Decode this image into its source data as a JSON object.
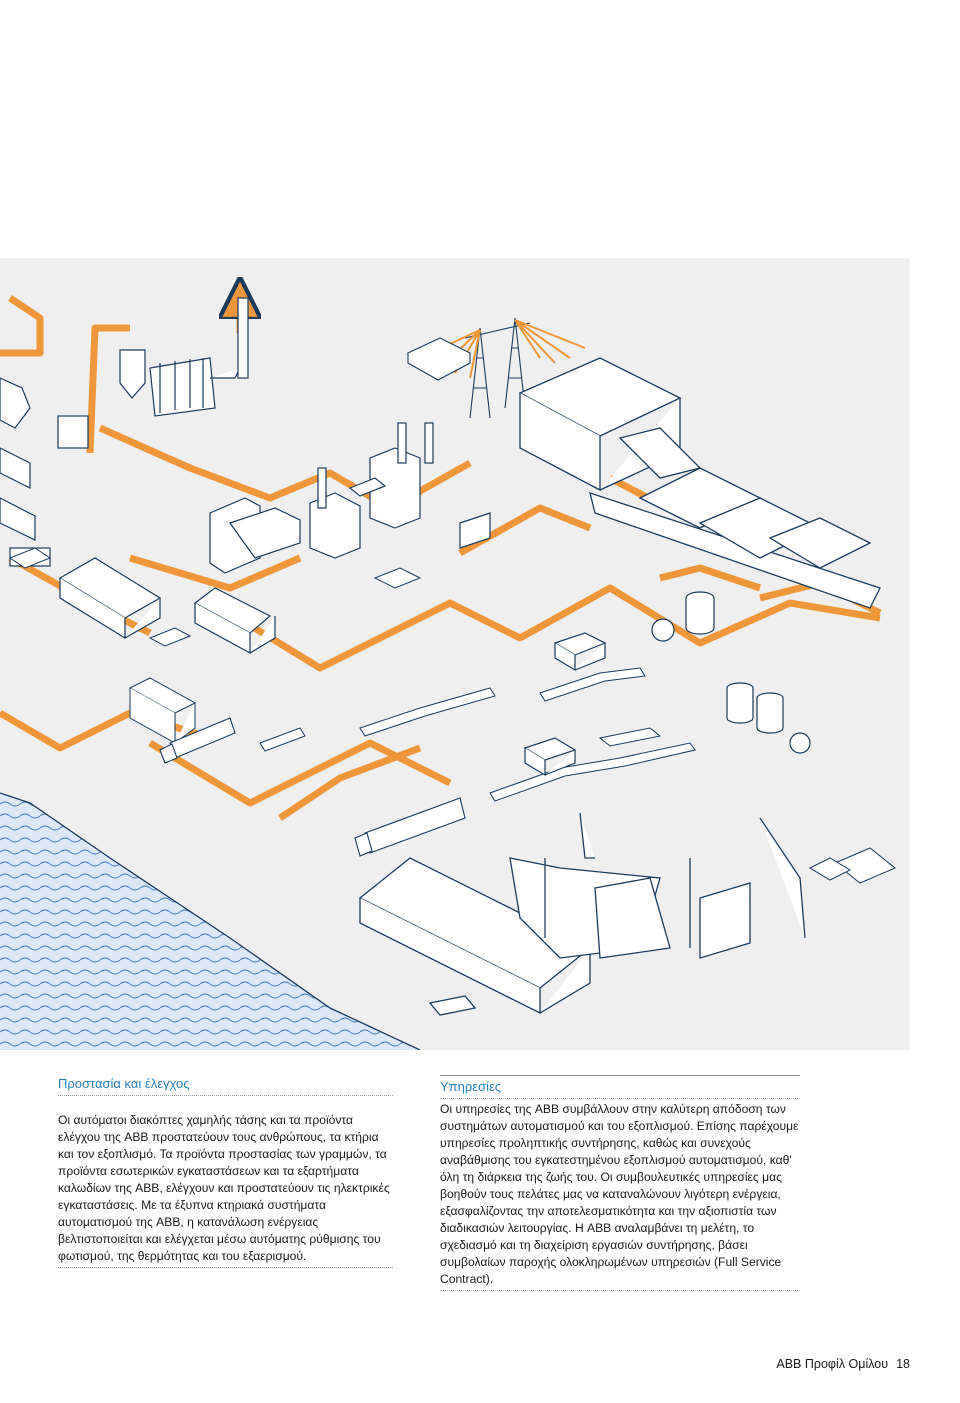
{
  "illustration": {
    "subject": "isometric industrial process plant",
    "colors": {
      "ground": "#efefef",
      "flow_arrow": "#f0963a",
      "outline": "#1b3a5c",
      "fill": "#ffffff",
      "water": "#dce8f6",
      "wave": "#5b8bc7"
    }
  },
  "left_column": {
    "heading": "Προστασία και έλεγχος",
    "body": "Οι αυτόματοι διακόπτες χαμηλής τάσης και τα προϊόντα ελέγχου της ABB προστατεύουν τους ανθρώπους, τα κτήρια και τον εξοπλισμό. Τα προϊόντα προστασίας των γραμμών, τα προϊόντα εσωτερικών εγκαταστάσεων και τα εξαρτήματα καλωδίων της ABB, ελέγχουν και προστατεύουν τις ηλεκτρικές εγκαταστάσεις. Με τα έξυπνα κτηριακά συστήματα αυτοματισμού της ABB, η κατανάλωση ενέργειας βελτιστοποιείται και ελέγχεται μέσω αυτόματης ρύθμισης του φωτισμού, της θερμότητας και του εξαερισμού."
  },
  "right_column": {
    "heading": "Υπηρεσίες",
    "body": "Οι υπηρεσίες της ABB συμβάλλουν στην καλύτερη απόδοση των συστημάτων αυτοματισμού και του εξοπλισμού. Επίσης παρέχουμε υπηρεσίες προληπτικής συντήρησης, καθώς και συνεχούς αναβάθμισης του εγκατεστημένου εξοπλισμού αυτοματισμού, καθ' όλη τη διάρκεια της ζωής του. Οι συμβουλευτικές υπηρεσίες μας βοηθούν τους πελάτες μας να καταναλώνουν λιγότερη ενέργεια, εξασφαλίζοντας την αποτελεσματικότητα και την αξιοπιστία των διαδικασιών λειτουργίας. Η ABB αναλαμβάνει τη μελέτη, το σχεδιασμό και τη διαχείριση εργασιών συντήρησης, βάσει συμβολαίων παροχής ολοκληρωμένων υπηρεσιών (Full Service Contract)."
  },
  "footer": {
    "title": "ABB Προφίλ Ομίλου",
    "page_number": "18"
  }
}
